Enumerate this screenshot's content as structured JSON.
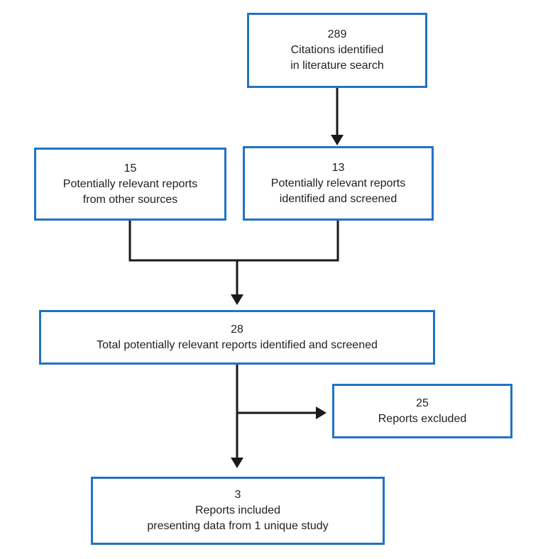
{
  "colors": {
    "box_border": "#2272c3",
    "line": "#1a1a1a",
    "background": "#ffffff",
    "text": "#1f1f1f"
  },
  "flowchart": {
    "boxes": {
      "citations": {
        "count": "289",
        "line1": "Citations identified",
        "line2": "in literature search"
      },
      "other_sources": {
        "count": "15",
        "line1": "Potentially relevant reports",
        "line2": "from other sources"
      },
      "screened": {
        "count": "13",
        "line1": "Potentially relevant reports",
        "line2": "identified and screened"
      },
      "total": {
        "count": "28",
        "line1": "Total potentially relevant reports identified and screened"
      },
      "excluded": {
        "count": "25",
        "line1": "Reports excluded"
      },
      "included": {
        "count": "3",
        "line1": "Reports included",
        "line2": "presenting data from 1 unique study"
      }
    }
  }
}
